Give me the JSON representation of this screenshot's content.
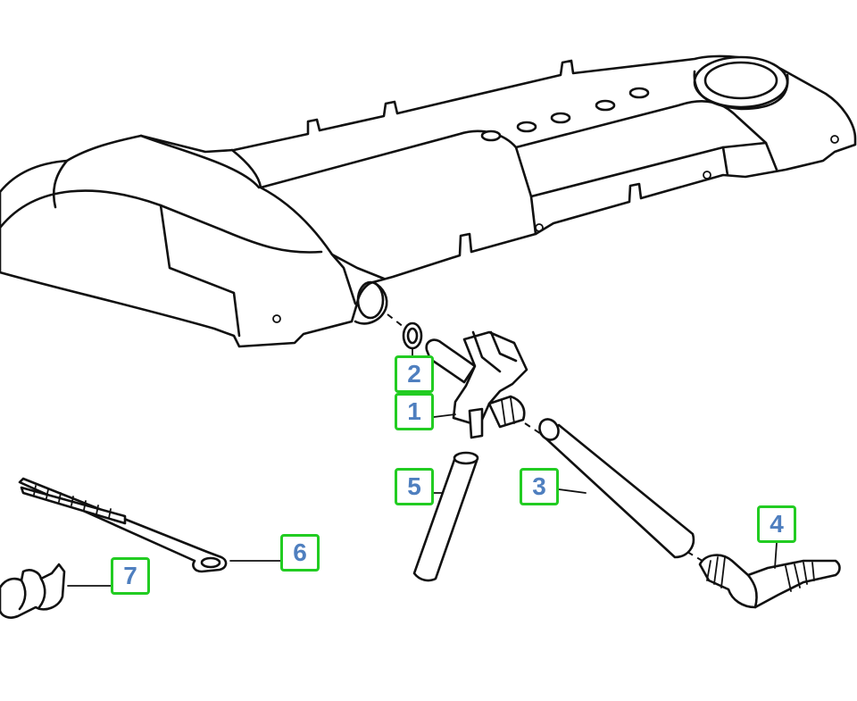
{
  "callouts": [
    {
      "id": "1",
      "label": "1",
      "part": "breather-valve"
    },
    {
      "id": "2",
      "label": "2",
      "part": "o-ring"
    },
    {
      "id": "3",
      "label": "3",
      "part": "long-hose"
    },
    {
      "id": "4",
      "label": "4",
      "part": "elbow-hose"
    },
    {
      "id": "5",
      "label": "5",
      "part": "short-hose"
    },
    {
      "id": "6",
      "label": "6",
      "part": "cable-tie"
    },
    {
      "id": "7",
      "label": "7",
      "part": "hose-clip"
    }
  ],
  "colors": {
    "callout_border": "#22cc22",
    "callout_text": "#4f7fbf",
    "line_art": "#111111",
    "background": "#ffffff"
  }
}
